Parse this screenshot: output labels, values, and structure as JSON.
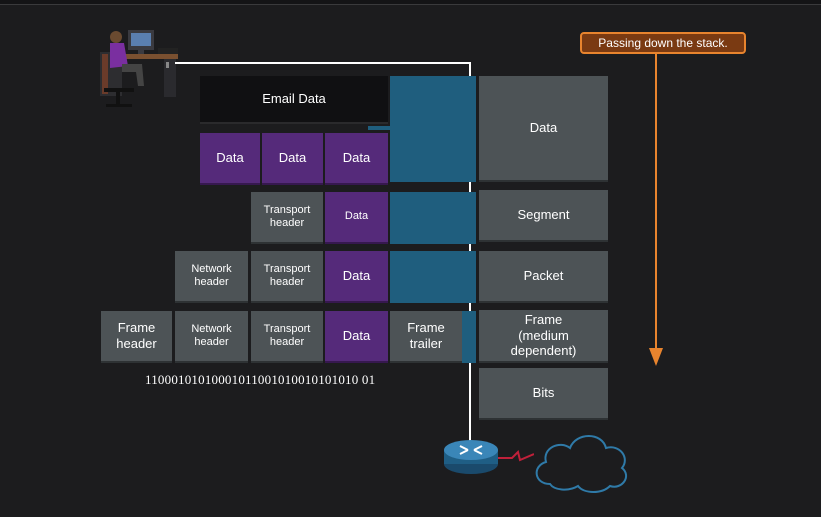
{
  "callout": "Passing down the stack.",
  "rows": {
    "email": {
      "label": "Email Data"
    },
    "data_row": {
      "labels": [
        "Data",
        "Data",
        "Data"
      ]
    },
    "segment_row": {
      "header": "Transport header",
      "data": "Data"
    },
    "packet_row": {
      "network": "Network header",
      "transport": "Transport header",
      "data": "Data"
    },
    "frame_row": {
      "frame_header": "Frame header",
      "network": "Network header",
      "transport": "Transport header",
      "data": "Data",
      "trailer": "Frame trailer"
    },
    "bits": "11000101010001011001010010101010 01"
  },
  "pdu_labels": [
    "Data",
    "Segment",
    "Packet",
    "Frame (medium dependent)",
    "Bits"
  ],
  "colors": {
    "purple": "#552a7a",
    "gray": "#4d5356",
    "teal": "#1f5e7e",
    "arrow": "#e8842e"
  },
  "icons": [
    "user-at-computer-icon",
    "router-icon",
    "cloud-icon"
  ]
}
